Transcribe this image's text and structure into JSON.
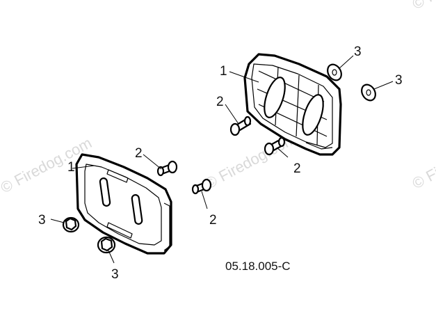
{
  "diagram": {
    "drawing_code": "05.18.005-C",
    "watermark_text": "© Firedog.com",
    "callouts": [
      {
        "label": "1"
      },
      {
        "label": "2"
      },
      {
        "label": "2"
      },
      {
        "label": "2"
      },
      {
        "label": "2"
      },
      {
        "label": "3"
      },
      {
        "label": "3"
      },
      {
        "label": "3"
      },
      {
        "label": "3"
      }
    ],
    "colors": {
      "line": "#000000",
      "background": "#ffffff",
      "watermark": "#d9d9d9"
    }
  }
}
